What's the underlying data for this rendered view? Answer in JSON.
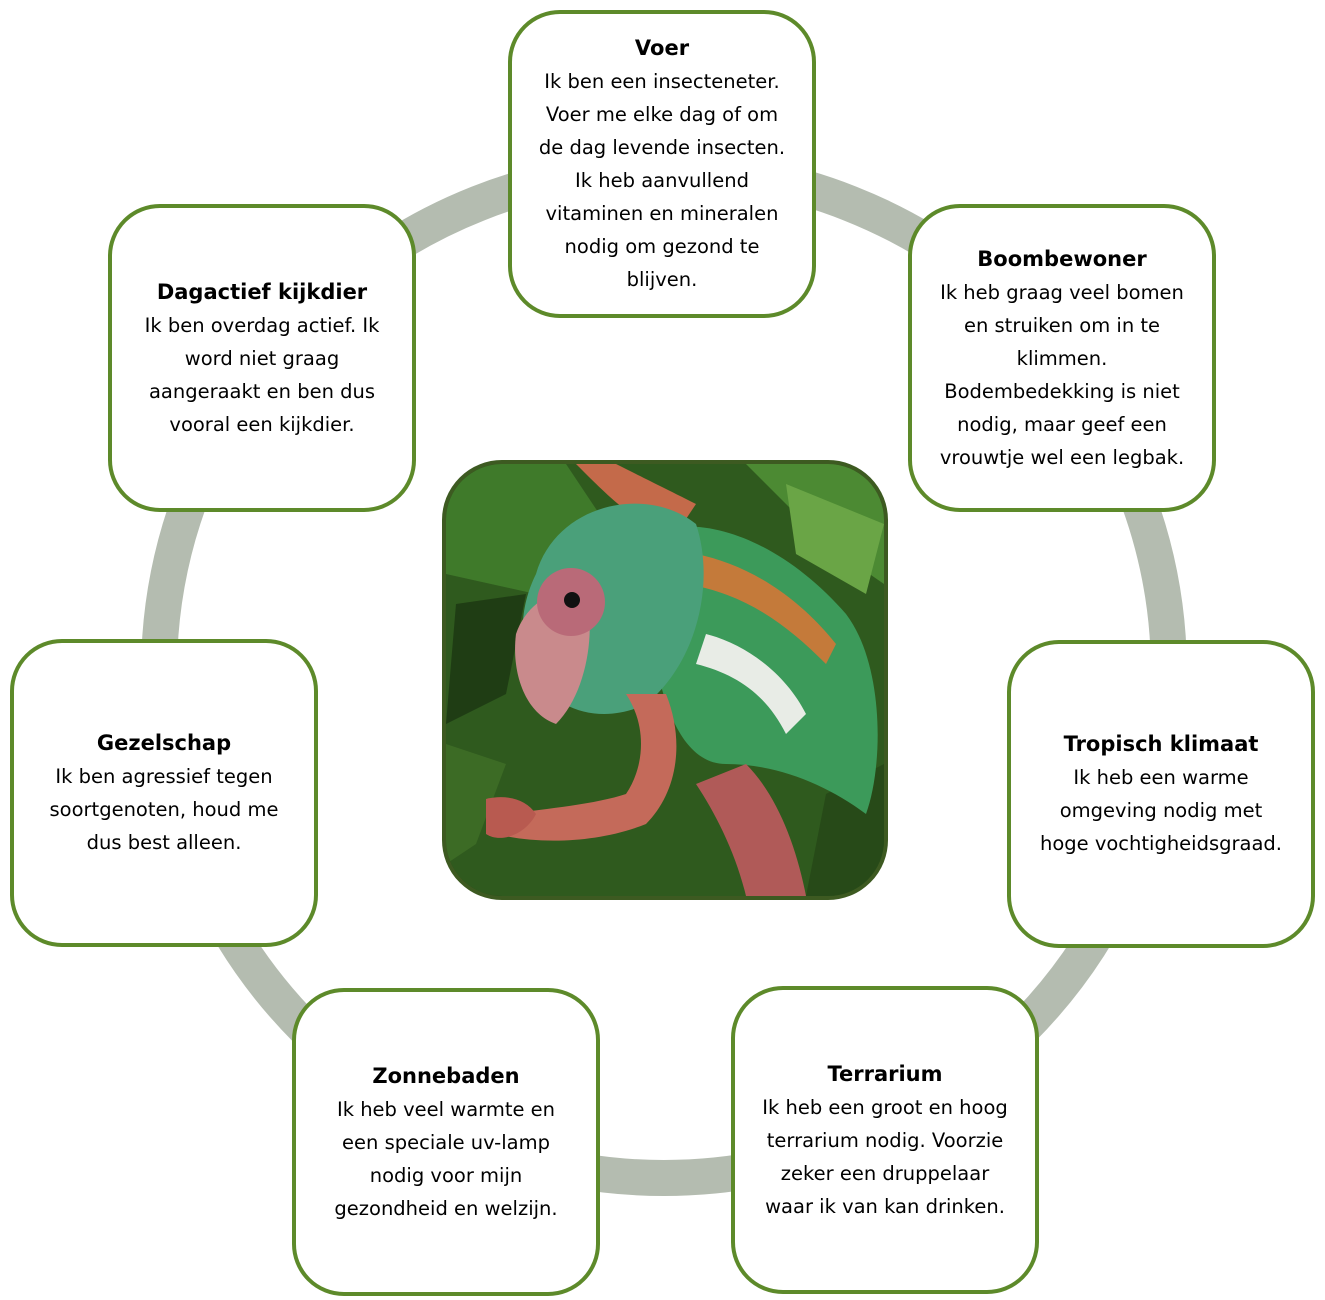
{
  "colors": {
    "ring": "#b4bcb0",
    "box_border": "#5d8a2a",
    "photo_border": "#3d5a21"
  },
  "center_image": {
    "description_icon": "chameleon-photo"
  },
  "boxes": {
    "voer": {
      "title": "Voer",
      "lines": [
        "Ik ben een insecteneter.",
        "Voer me elke dag of om",
        "de dag levende insecten.",
        "Ik heb aanvullend",
        "vitaminen en mineralen",
        "nodig om gezond te",
        "blijven."
      ]
    },
    "boombewoner": {
      "title": "Boombewoner",
      "lines": [
        "Ik heb graag veel bomen",
        "en struiken om in te",
        "klimmen.",
        "Bodembedekking is niet",
        "nodig, maar geef een",
        "vrouwtje wel een legbak."
      ]
    },
    "tropisch": {
      "title": "Tropisch klimaat",
      "lines": [
        "Ik heb een warme",
        "omgeving nodig met",
        "hoge vochtigheidsgraad."
      ]
    },
    "terrarium": {
      "title": "Terrarium",
      "lines": [
        "Ik heb een groot en hoog",
        "terrarium nodig. Voorzie",
        "zeker een druppelaar",
        "waar ik van kan drinken."
      ]
    },
    "zonnebaden": {
      "title": "Zonnebaden",
      "lines": [
        "Ik heb veel warmte en",
        "een speciale uv-lamp",
        "nodig voor mijn",
        "gezondheid en welzijn."
      ]
    },
    "gezelschap": {
      "title": "Gezelschap",
      "lines": [
        "Ik ben agressief tegen",
        "soortgenoten, houd me",
        "dus best alleen."
      ]
    },
    "dagactief": {
      "title": "Dagactief kijkdier",
      "lines": [
        "Ik ben overdag actief. Ik",
        "word niet graag",
        "aangeraakt en ben dus",
        "vooral een kijkdier."
      ]
    }
  }
}
